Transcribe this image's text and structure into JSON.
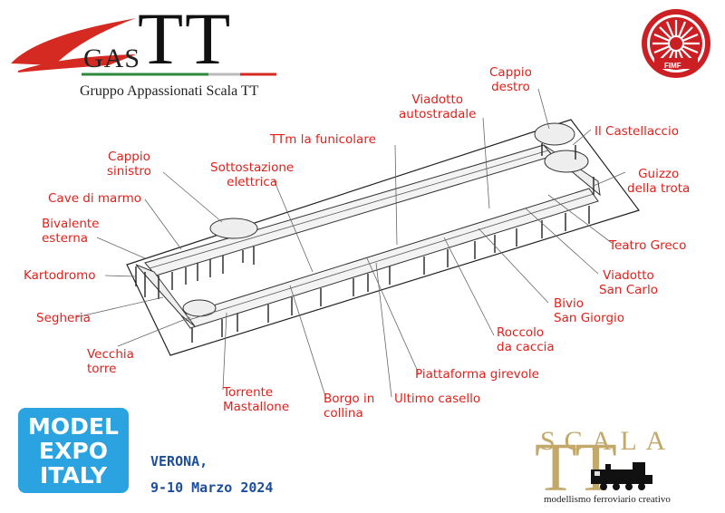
{
  "gas_logo": {
    "word": "GAS",
    "tt": "TT",
    "subtitle": "Gruppo Appassionati Scala TT"
  },
  "fimf_logo": {
    "text": "FIMF"
  },
  "labels": {
    "cappio_destro": [
      "Cappio",
      "destro"
    ],
    "viadotto_autostradale": [
      "Viadotto",
      "autostradale"
    ],
    "il_castellaccio": "Il Castellaccio",
    "ttm_funicolare": "TTm la funicolare",
    "guizzo_trota": [
      "Guizzo",
      "della trota"
    ],
    "sottostazione": [
      "Sottostazione",
      "elettrica"
    ],
    "cappio_sinistro": [
      "Cappio",
      "sinistro"
    ],
    "cave_marmo": "Cave di marmo",
    "bivalente": [
      "Bivalente",
      "esterna"
    ],
    "teatro_greco": "Teatro Greco",
    "kartodromo": "Kartodromo",
    "viadotto_san_carlo": [
      "Viadotto",
      "San Carlo"
    ],
    "segheria": "Segheria",
    "bivio_san_giorgio": [
      "Bivio",
      "San Giorgio"
    ],
    "vecchia_torre": [
      "Vecchia",
      "torre"
    ],
    "roccolo": [
      "Roccolo",
      "da caccia"
    ],
    "piattaforma": "Piattaforma girevole",
    "torrente": [
      "Torrente",
      "Mastallone"
    ],
    "borgo": [
      "Borgo in",
      "collina"
    ],
    "ultimo_casello": "Ultimo casello"
  },
  "model_expo": {
    "line1": "MODEL",
    "line2": "EXPO",
    "line3": "ITALY"
  },
  "event": {
    "city": "VERONA,",
    "dates": "9-10  Marzo  2024"
  },
  "scala_logo": {
    "word": "SCALA",
    "tt": "TT",
    "subtitle": "modellismo ferroviario creativo"
  },
  "colors": {
    "label_red": "#e0201b",
    "gas_red": "#d42a22",
    "expo_blue": "#2aa3e0",
    "gold": "#c2a86a",
    "event_blue": "#1c4e9c",
    "fimf_red": "#cc1f24"
  }
}
